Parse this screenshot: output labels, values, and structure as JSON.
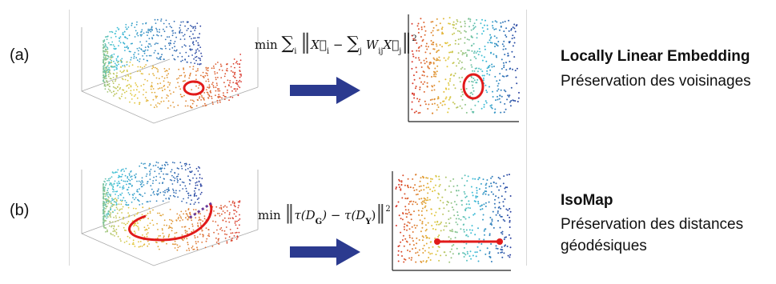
{
  "rows": [
    {
      "label": "(a)",
      "formula": {
        "prefix": "min",
        "sum_outer": "∑",
        "sum_outer_sub": "i",
        "term1": "X⃗",
        "term1_sub": "i",
        "minus": "−",
        "sum_inner": "∑",
        "sum_inner_sub": "j",
        "weight": "W",
        "weight_sub": "ij",
        "term2": "X⃗",
        "term2_sub": "j",
        "power": "2"
      },
      "method_title": "Locally Linear Embedding",
      "method_desc": "Préservation des voisinages"
    },
    {
      "label": "(b)",
      "formula": {
        "prefix": "min",
        "expr": "τ(D",
        "expr_sub1": "G",
        "mid": ") − τ(D",
        "expr_sub2": "Y",
        "close": ")",
        "power": "2"
      },
      "method_title": "IsoMap",
      "method_desc_line1": "Préservation des distances",
      "method_desc_line2": "géodésiques"
    }
  ],
  "colors": {
    "arrow": "#2b3a8f",
    "highlight": "#e11a1a",
    "swiss_red": "#d9332b",
    "swiss_yellow": "#e3c83a",
    "swiss_cyan": "#3cc0d8",
    "swiss_blue": "#2a3f9f"
  }
}
